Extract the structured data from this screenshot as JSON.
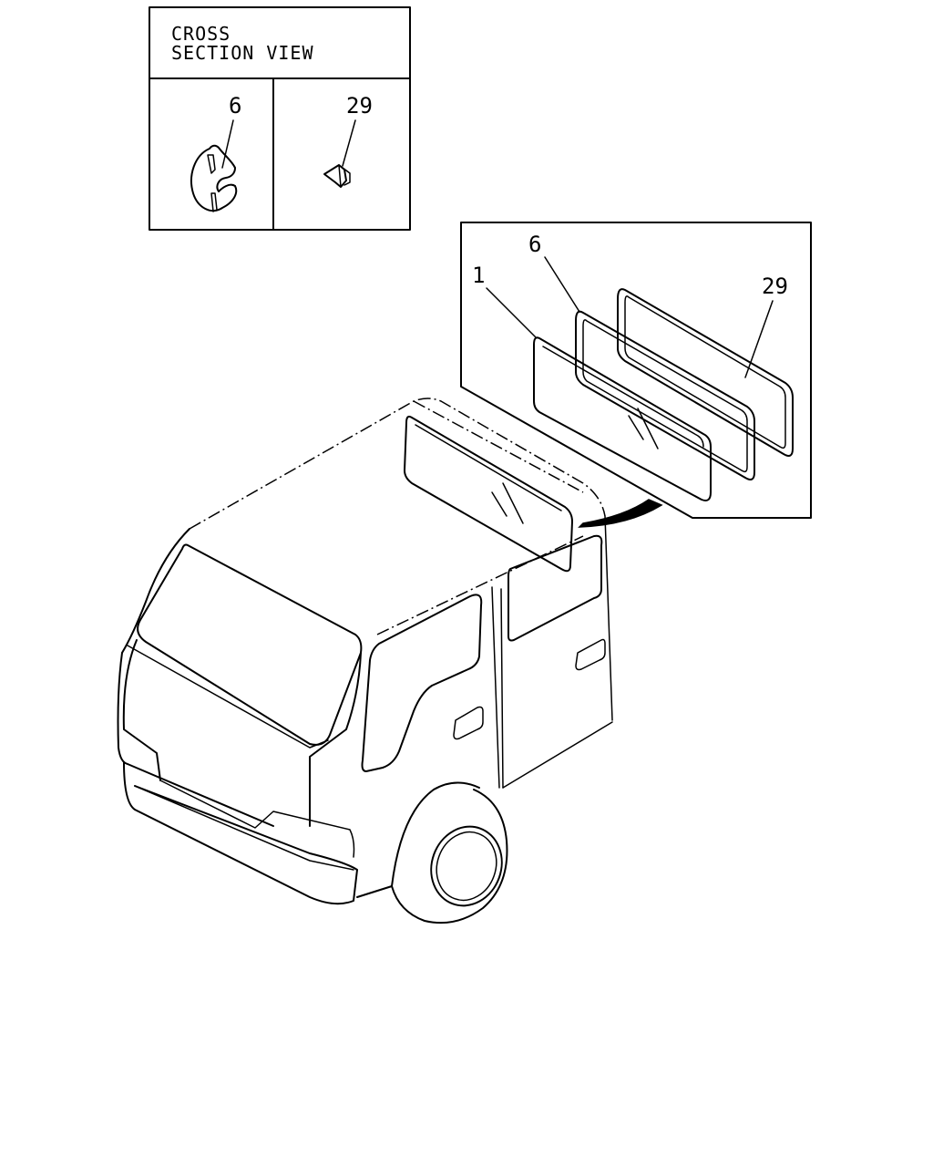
{
  "cross_section": {
    "title_line1": "CROSS",
    "title_line2": "SECTION VIEW",
    "left_label": "6",
    "right_label": "29"
  },
  "exploded": {
    "labels": [
      "1",
      "6",
      "29"
    ]
  }
}
